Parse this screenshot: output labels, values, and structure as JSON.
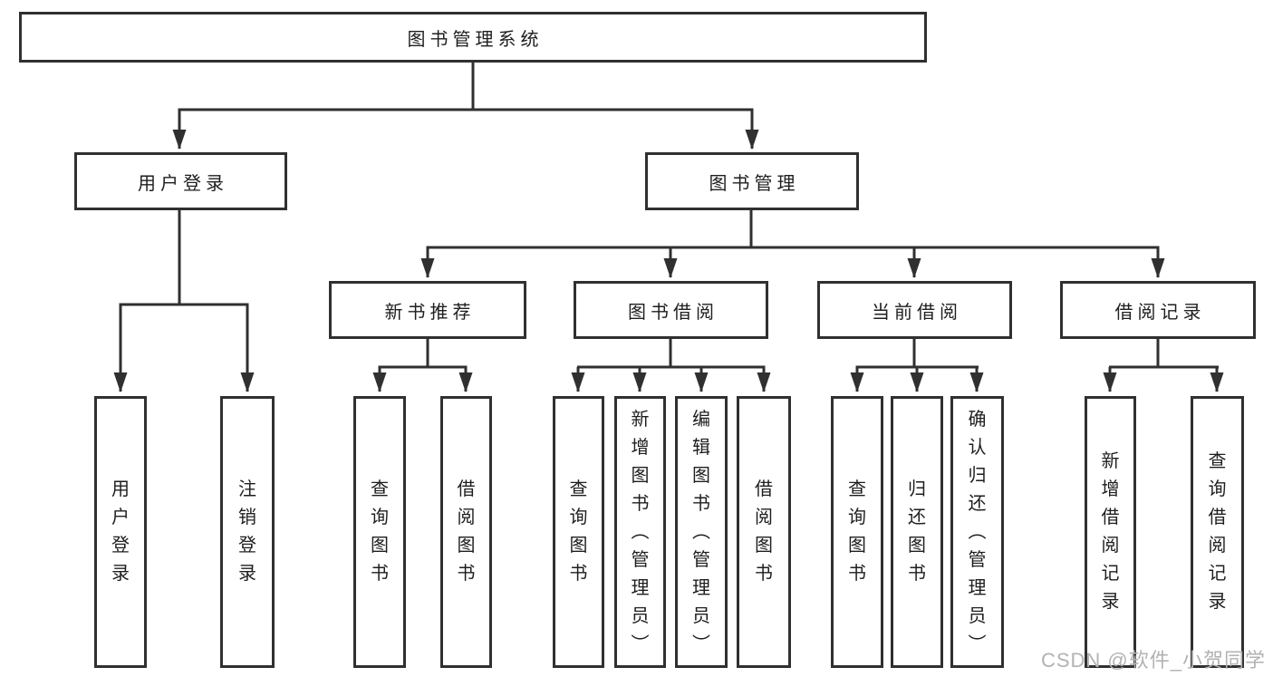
{
  "colors": {
    "line": "#303030",
    "text": "#1e1e1e",
    "box_bg": "#ffffff",
    "background": "#ffffff",
    "watermark": "#b2b2b2"
  },
  "watermark": {
    "text": "CSDN @软件_小贺同学"
  },
  "tree": {
    "root": {
      "label": "图书管理系统",
      "children": [
        {
          "label": "用户登录",
          "children": [
            {
              "label": "用户登录"
            },
            {
              "label": "注销登录"
            }
          ]
        },
        {
          "label": "图书管理",
          "children": [
            {
              "label": "新书推荐",
              "children": [
                {
                  "label": "查询图书"
                },
                {
                  "label": "借阅图书"
                }
              ]
            },
            {
              "label": "图书借阅",
              "children": [
                {
                  "label": "查询图书"
                },
                {
                  "label": "新增图书（管理员）"
                },
                {
                  "label": "编辑图书（管理员）"
                },
                {
                  "label": "借阅图书"
                }
              ]
            },
            {
              "label": "当前借阅",
              "children": [
                {
                  "label": "查询图书"
                },
                {
                  "label": "归还图书"
                },
                {
                  "label": "确认归还（管理员）"
                }
              ]
            },
            {
              "label": "借阅记录",
              "children": [
                {
                  "label": "新增借阅记录"
                },
                {
                  "label": "查询借阅记录"
                }
              ]
            }
          ]
        }
      ]
    }
  }
}
